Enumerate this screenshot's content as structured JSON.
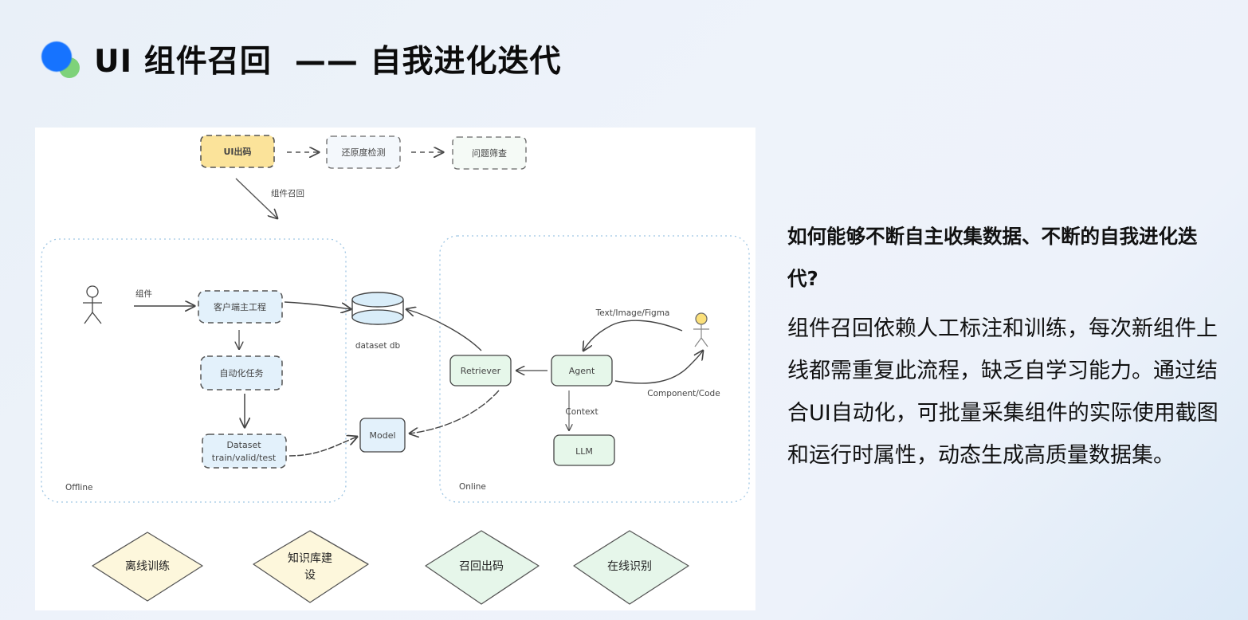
{
  "header": {
    "logo_icon": "two-overlapping-dots",
    "title": "UI 组件召回  —— 自我进化迭代",
    "colors": {
      "dot_primary": "#1673ff",
      "dot_secondary": "#7ed27a"
    }
  },
  "diagram": {
    "top_flow": {
      "nodes": [
        {
          "id": "ui-output",
          "label": "UI出码"
        },
        {
          "id": "fidelity-check",
          "label": "还原度检测"
        },
        {
          "id": "issue-review",
          "label": "问题筛查"
        }
      ],
      "branch_label": "组件召回"
    },
    "offline": {
      "label": "Offline",
      "actor_edge_label": "组件",
      "nodes": [
        {
          "id": "customer-eng",
          "label": "客户端主工程"
        },
        {
          "id": "auto-task",
          "label": "自动化任务"
        },
        {
          "id": "dataset",
          "label_line1": "Dataset",
          "label_line2": "train/valid/test"
        }
      ]
    },
    "shared": {
      "database": {
        "label": "dataset db"
      },
      "model": {
        "label": "Model"
      }
    },
    "online": {
      "label": "Online",
      "nodes": [
        {
          "id": "retriever",
          "label": "Retriever"
        },
        {
          "id": "agent",
          "label": "Agent"
        },
        {
          "id": "llm",
          "label": "LLM"
        }
      ],
      "edge_labels": {
        "user_to_agent": "Text/Image/Figma",
        "agent_to_user": "Component/Code",
        "agent_to_llm": "Context"
      }
    },
    "stages": [
      {
        "label": "离线训练",
        "color": "#fdf7dc"
      },
      {
        "label_line1": "知识库建",
        "label_line2": "设",
        "color": "#fdf7dc"
      },
      {
        "label": "召回出码",
        "color": "#e6f6ea"
      },
      {
        "label": "在线识别",
        "color": "#e6f6ea"
      }
    ],
    "colors": {
      "yellow_node": "#fbe39a",
      "blue_node": "#e3f1fb",
      "green_node": "#e6f7ea",
      "frame_dotted": "#9fc6e3"
    }
  },
  "side_panel": {
    "question": "如何能够不断自主收集数据、不断的自我进化迭代?",
    "body": "组件召回依赖人工标注和训练，每次新组件上线都需重复此流程，缺乏自学习能力。通过结合UI自动化，可批量采集组件的实际使用截图和运行时属性，动态生成高质量数据集。"
  }
}
